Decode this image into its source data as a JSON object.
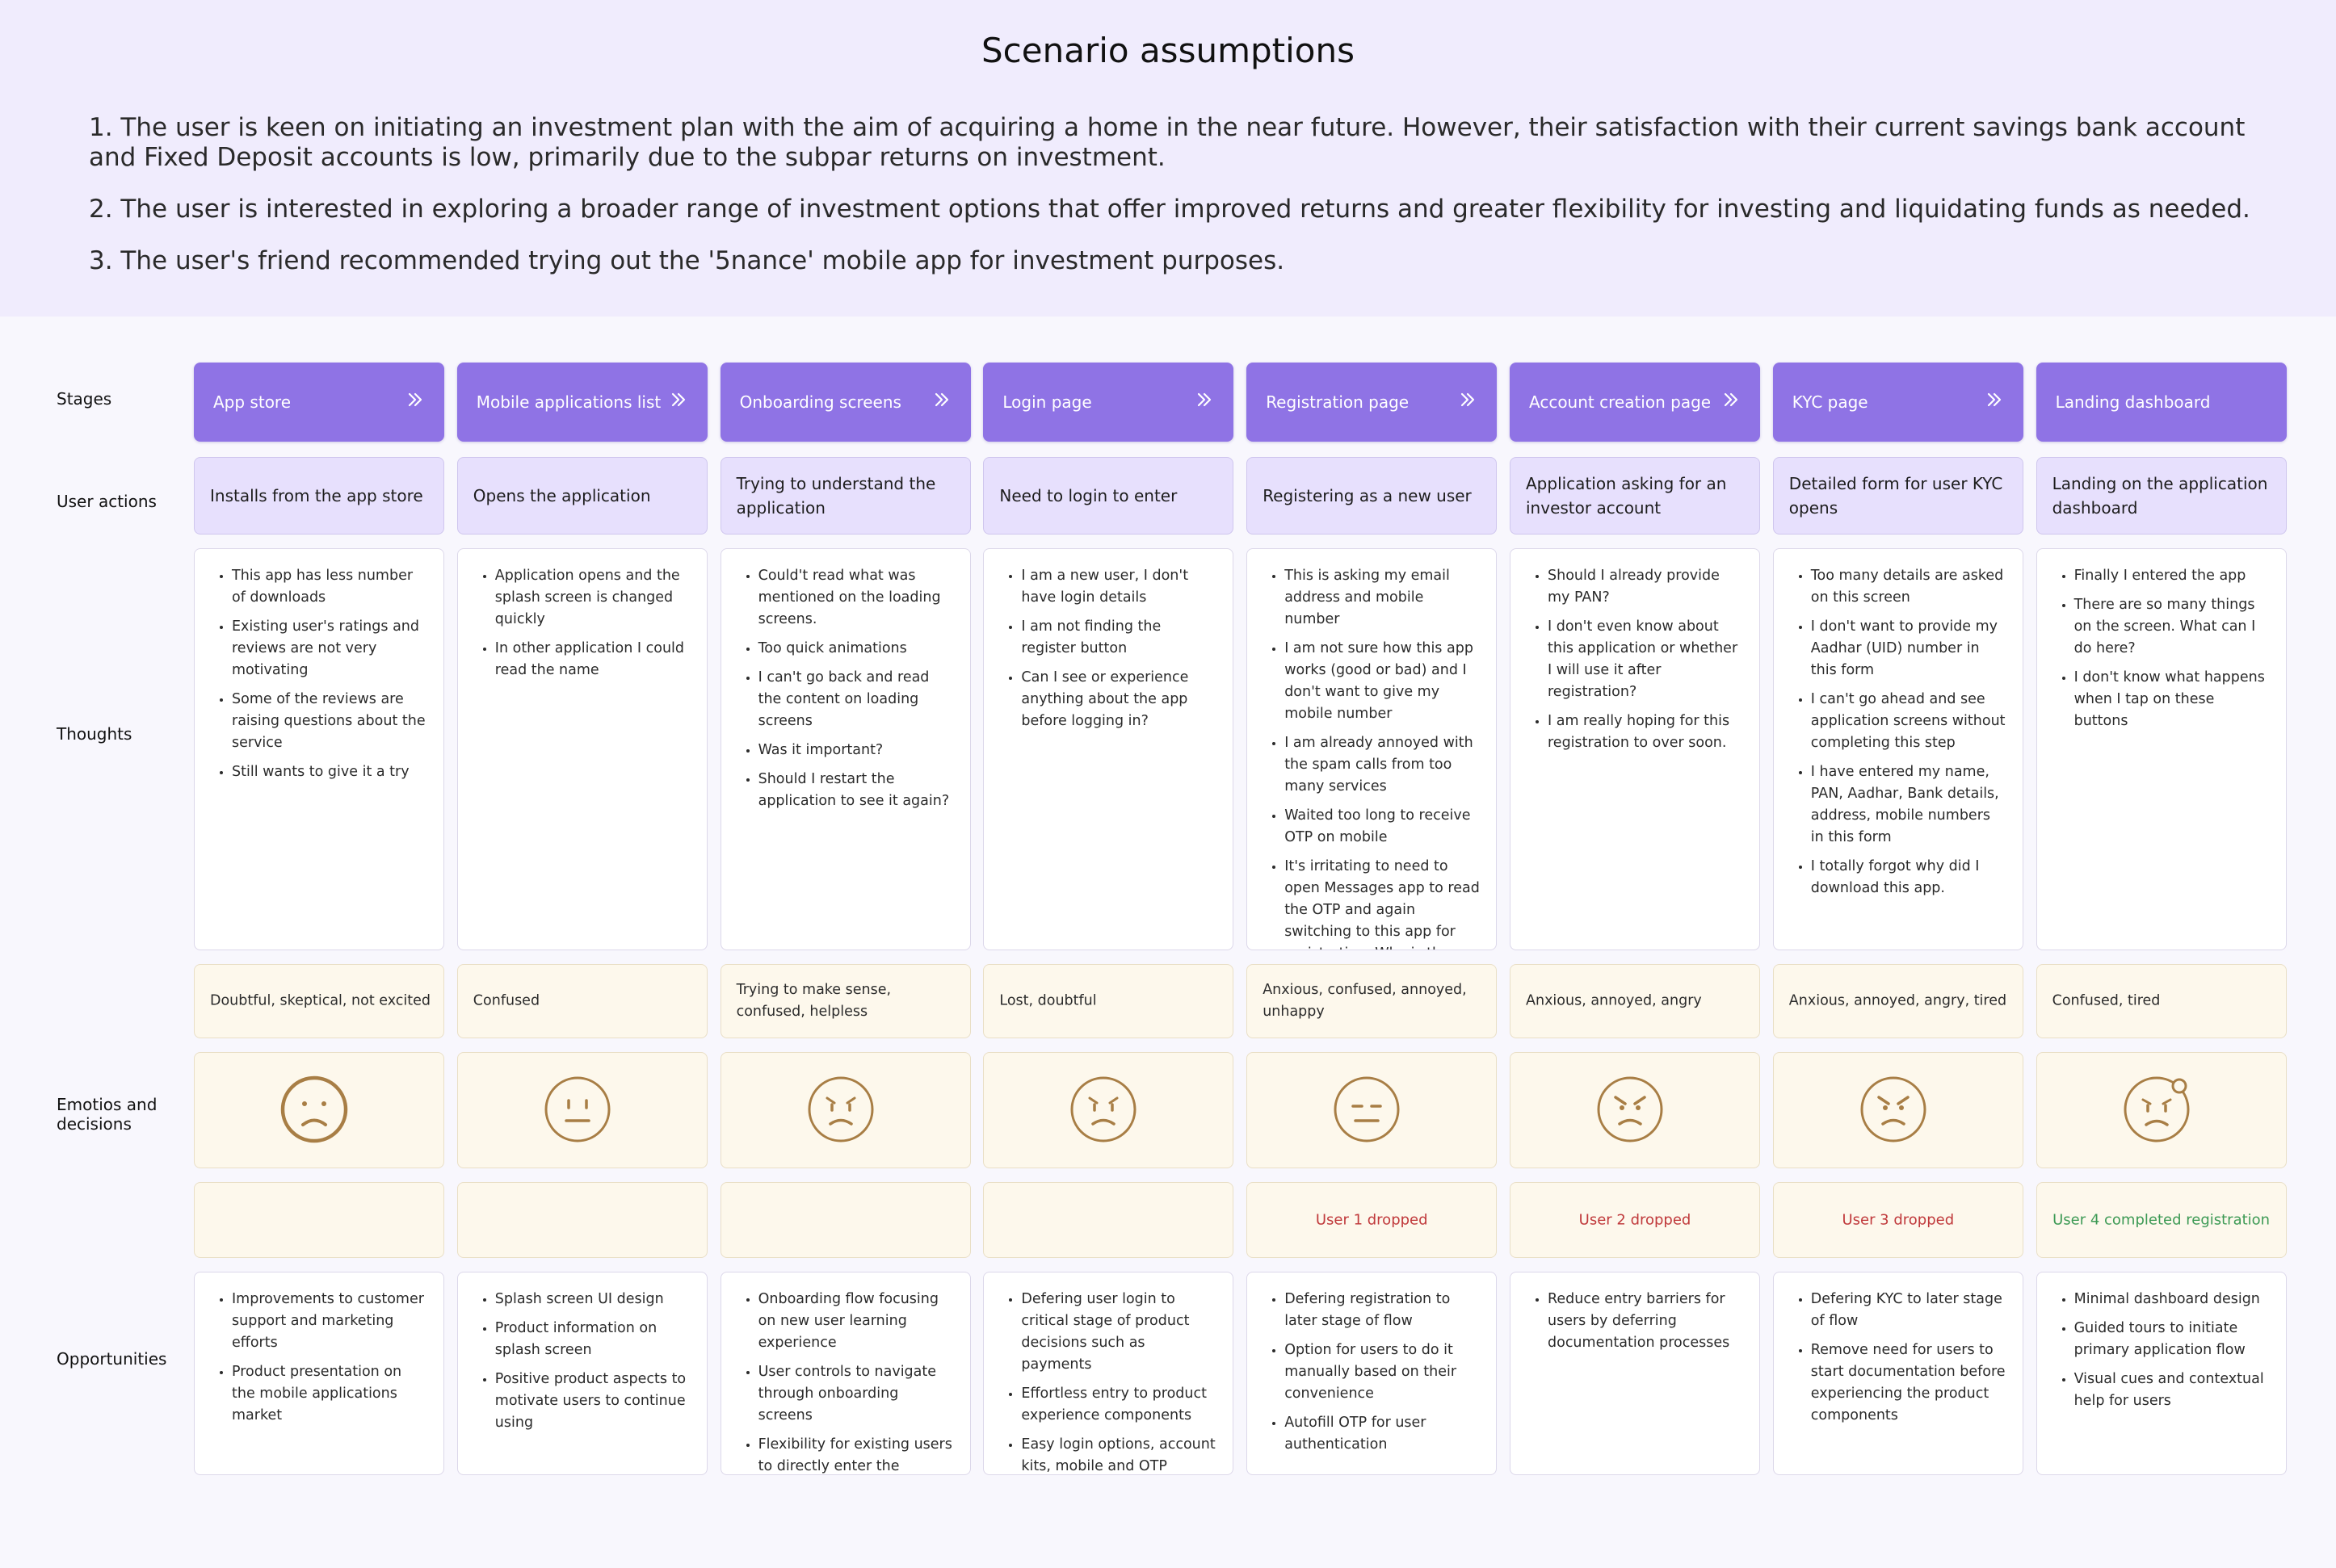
{
  "title": "Scenario assumptions",
  "assumptions": [
    "1. The user is keen on initiating an investment plan with the aim of acquiring a home in the near future. However, their satisfaction with their current savings bank account and Fixed Deposit accounts is low, primarily due to the subpar returns on investment.",
    "2. The user is interested in exploring a broader range of investment options that offer improved returns and greater flexibility for investing and liquidating funds as needed.",
    "3. The user's friend recommended trying out the '5nance' mobile app for investment purposes."
  ],
  "row_labels": {
    "stages": "Stages",
    "actions": "User actions",
    "thoughts": "Thoughts",
    "emotions": "Emotios and decisions",
    "opportunities": "Opportunities"
  },
  "colors": {
    "stage_bg": "#8f73e5",
    "action_bg": "#e7e0fd",
    "emotion_bg": "#fdf8ec",
    "face_stroke": "#a87e45",
    "dropped": "#c0393b",
    "completed": "#3d9a55"
  },
  "columns": [
    {
      "stage": "App store",
      "has_chevron": true,
      "action": "Installs from the app store",
      "thoughts": [
        "This app has less number of downloads",
        "Existing user's ratings and reviews are not very motivating",
        "Some of the reviews are raising questions about the service",
        "Still wants to give it a try"
      ],
      "emotion": "Doubtful, skeptical, not excited",
      "face": "sad-face-icon",
      "status": "",
      "opportunities": [
        "Improvements to customer support and marketing efforts",
        "Product presentation on the mobile applications market"
      ]
    },
    {
      "stage": "Mobile applications list",
      "has_chevron": true,
      "action": "Opens the application",
      "thoughts": [
        "Application opens and the splash screen is changed quickly",
        "In other application I could read the name"
      ],
      "emotion": "Confused",
      "face": "neutral-face-icon",
      "status": "",
      "opportunities": [
        "Splash screen UI design",
        "Product information on splash screen",
        "Positive product aspects to motivate users to continue using"
      ]
    },
    {
      "stage": "Onboarding screens",
      "has_chevron": true,
      "action": "Trying to understand the application",
      "thoughts": [
        "Could't read what was mentioned on the loading screens.",
        "Too quick animations",
        "I can't go back and read the content on loading screens",
        "Was it important?",
        "Should I restart the application to see it again?"
      ],
      "emotion": "Trying to make sense, confused, helpless",
      "face": "worried-face-icon",
      "status": "",
      "opportunities": [
        "Onboarding flow focusing on new user learning experience",
        "User controls to navigate through onboarding screens",
        "Flexibility for existing users to directly enter the application"
      ]
    },
    {
      "stage": "Login page",
      "has_chevron": true,
      "action": "Need to login to enter",
      "thoughts": [
        "I am a new user, I don't have login details",
        "I am not finding the register button",
        "Can I see or experience anything about the app before logging in?"
      ],
      "emotion": "Lost, doubtful",
      "face": "worried-face-icon",
      "status": "",
      "opportunities": [
        "Defering user login to critical stage of product decisions such as payments",
        "Effortless entry to product experience components",
        "Easy login options, account kits, mobile and OTP"
      ]
    },
    {
      "stage": "Registration page",
      "has_chevron": true,
      "action": "Registering as a new user",
      "thoughts": [
        "This is asking my email address and mobile number",
        "I am not sure how this app works (good or bad) and I don't want to give my mobile number",
        "I am already annoyed with the spam calls from too many services",
        "Waited too long to receive OTP on mobile",
        "It's irritating to need to open Messages app to read the OTP and again switching to this app for registration. Why is there no autofill for OTP?"
      ],
      "emotion": "Anxious, confused, annoyed, unhappy",
      "face": "expressionless-face-icon",
      "status": "User 1 dropped",
      "status_type": "dropped",
      "opportunities": [
        "Defering registration to later stage of flow",
        "Option for users to do it manually based on their convenience",
        "Autofill OTP for user authentication"
      ]
    },
    {
      "stage": "Account creation page",
      "has_chevron": true,
      "action": "Application asking for an investor account",
      "thoughts": [
        "Should I already provide my PAN?",
        "I don't even know about this application or whether I will use it after registration?",
        "I am really hoping for this registration to over soon."
      ],
      "emotion": "Anxious, annoyed, angry",
      "face": "angry-face-icon",
      "status": "User 2 dropped",
      "status_type": "dropped",
      "opportunities": [
        "Reduce entry barriers for users by deferring documentation processes"
      ]
    },
    {
      "stage": "KYC page",
      "has_chevron": true,
      "action": "Detailed form for user KYC opens",
      "thoughts": [
        "Too many details are asked on this screen",
        "I don't want to provide my Aadhar (UID) number in this form",
        "I can't go ahead and see application screens without completing this step",
        "I have entered my name, PAN, Aadhar, Bank details, address, mobile numbers in this form",
        "I totally forgot why did I download this app."
      ],
      "emotion": "Anxious, annoyed, angry, tired",
      "face": "angry-face-icon",
      "status": "User 3 dropped",
      "status_type": "dropped",
      "opportunities": [
        "Defering KYC to later stage of flow",
        "Remove need for users to start documentation before experiencing the product components"
      ]
    },
    {
      "stage": "Landing dashboard",
      "has_chevron": false,
      "action": "Landing on the application dashboard",
      "thoughts": [
        "Finally I entered the app",
        "There are so many things on the screen. What can I do here?",
        "I don't know what happens when I tap on these buttons"
      ],
      "emotion": "Confused, tired",
      "face": "sweat-face-icon",
      "status": "User 4 completed registration",
      "status_type": "completed",
      "opportunities": [
        "Minimal dashboard design",
        "Guided tours to initiate primary application flow",
        "Visual cues and contextual help for users"
      ]
    }
  ]
}
